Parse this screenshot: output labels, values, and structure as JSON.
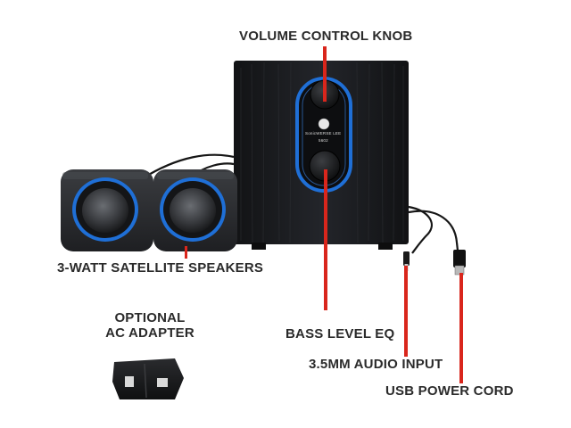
{
  "labels": {
    "volume_knob": "VOLUME CONTROL KNOB",
    "satellite_speakers": "3-WATT SATELLITE SPEAKERS",
    "optional_line1": "OPTIONAL",
    "optional_line2": "AC ADAPTER",
    "bass_eq": "BASS LEVEL EQ",
    "audio_input": "3.5MM AUDIO INPUT",
    "usb_power": "USB POWER CORD"
  },
  "brand_text": {
    "brand": "SonicWERSE LEE",
    "model": "5602"
  },
  "colors": {
    "accent_blue": "#1f6fd6",
    "callout_red": "#d9261c",
    "wood_dark": "#1b1c1e",
    "speaker_body": "#2a2c30"
  }
}
